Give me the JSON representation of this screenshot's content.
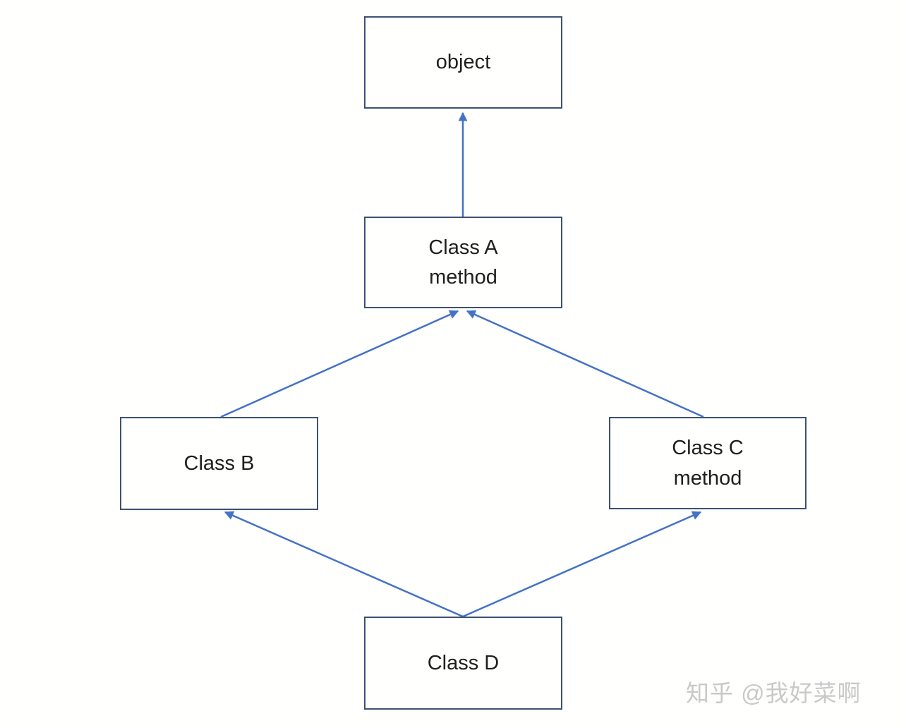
{
  "diagram": {
    "type": "class-inheritance-diagram",
    "nodes": {
      "object": {
        "label": "object"
      },
      "class_a": {
        "label": "Class A\nmethod"
      },
      "class_b": {
        "label": "Class B"
      },
      "class_c": {
        "label": "Class C\nmethod"
      },
      "class_d": {
        "label": "Class D"
      }
    },
    "edges": [
      {
        "from": "Class A",
        "to": "object"
      },
      {
        "from": "Class B",
        "to": "Class A"
      },
      {
        "from": "Class C",
        "to": "Class A"
      },
      {
        "from": "Class D",
        "to": "Class B"
      },
      {
        "from": "Class D",
        "to": "Class C"
      }
    ]
  },
  "watermark": {
    "text": "知乎 @我好菜啊"
  },
  "colors": {
    "box_border": "#3d5272",
    "arrow": "#4472c4",
    "label_text": "#1f1f1f",
    "watermark": "#c9c9c9"
  }
}
